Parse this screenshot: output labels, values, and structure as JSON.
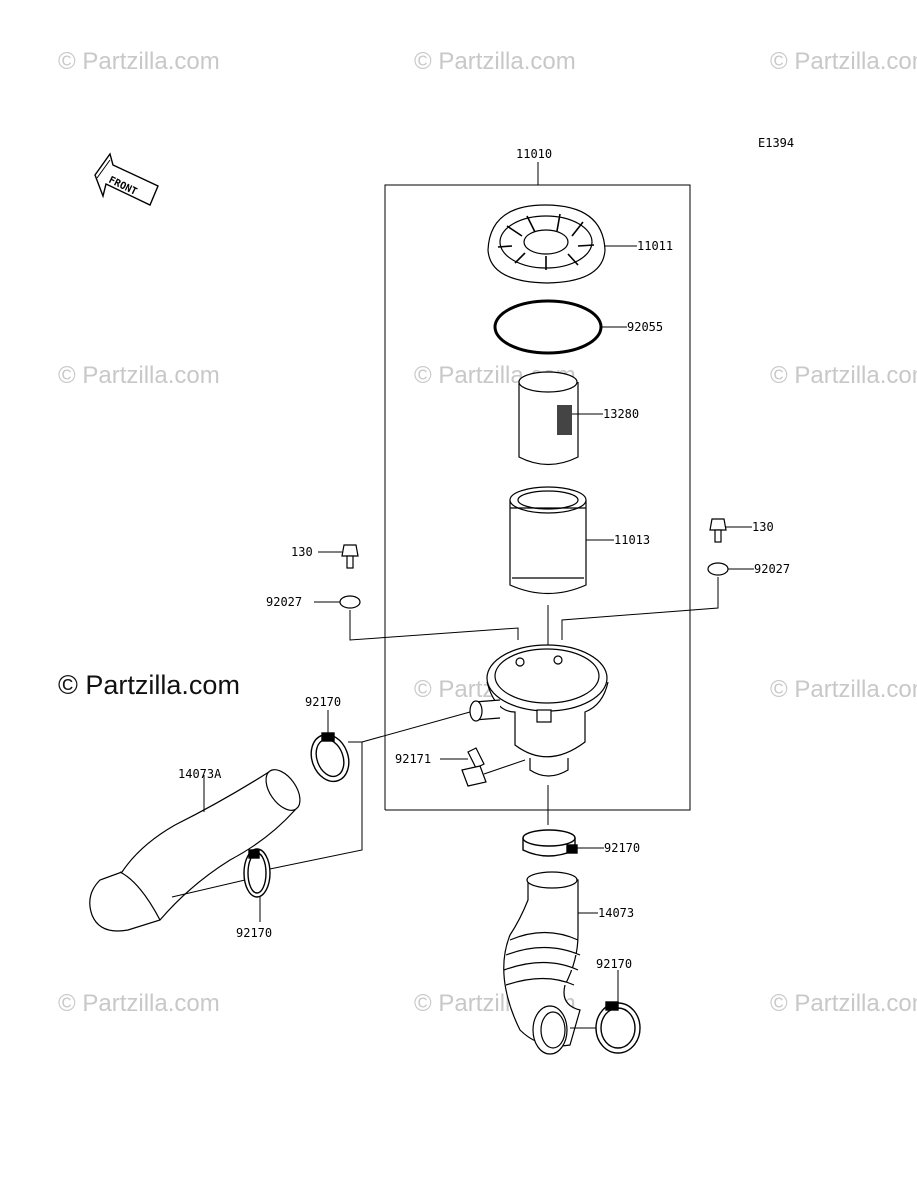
{
  "diagram_code": "E1394",
  "front_label": "FRONT",
  "watermark": "© Partzilla.com",
  "parts": {
    "assembly": "11010",
    "cap": "11011",
    "gasket": "92055",
    "pre_filter": "13280",
    "filter_element": "11013",
    "bolt_left": "130",
    "bolt_right": "130",
    "washer_left": "92027",
    "washer_right": "92027",
    "clamp_upper_left": "92170",
    "clamp_lower_left": "92170",
    "clamp_center": "92170",
    "clamp_lower_right": "92170",
    "duct_left": "14073A",
    "duct_right": "14073",
    "holder": "92171"
  }
}
